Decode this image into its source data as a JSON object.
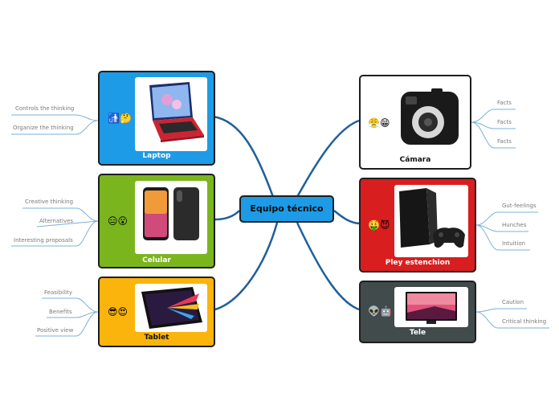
{
  "central": {
    "title": "Equipo técnico",
    "color": "#1d9be6"
  },
  "colors": {
    "link": "#1f5f9a",
    "leaf_line": "#7ab0d8"
  },
  "nodes": {
    "laptop": {
      "label": "Laptop",
      "emojis": "🚮🤔",
      "color": "#1d9be6",
      "text_color": "#ffffff"
    },
    "celular": {
      "label": "Celular",
      "emojis": "😑😮",
      "color": "#7bb51e",
      "text_color": "#ffffff"
    },
    "tablet": {
      "label": "Tablet",
      "emojis": "😎😍",
      "color": "#fbb40c",
      "text_color": "#111111"
    },
    "camara": {
      "label": "Cámara",
      "emojis": "😤😁",
      "color": "#ffffff",
      "text_color": "#111111"
    },
    "pley": {
      "label": "Pley estenchion",
      "emojis": "🤑😈",
      "color": "#d81e1e",
      "text_color": "#ffffff"
    },
    "tele": {
      "label": "Tele",
      "emojis": "👽🤖",
      "color": "#414b4c",
      "text_color": "#ffffff"
    }
  },
  "leaves": {
    "laptop": [
      "Controls the thinking",
      "Organize the thinking"
    ],
    "celular": [
      "Creative thinking",
      "Alternatives",
      "Interesting proposals"
    ],
    "tablet": [
      "Feasibility",
      "Benefits",
      "Positive view"
    ],
    "camara": [
      "Facts",
      "Facts",
      "Facts"
    ],
    "pley": [
      "Gut-feelings",
      "Hunches",
      "Intuition"
    ],
    "tele": [
      "Caution",
      "Critical thinking"
    ]
  }
}
